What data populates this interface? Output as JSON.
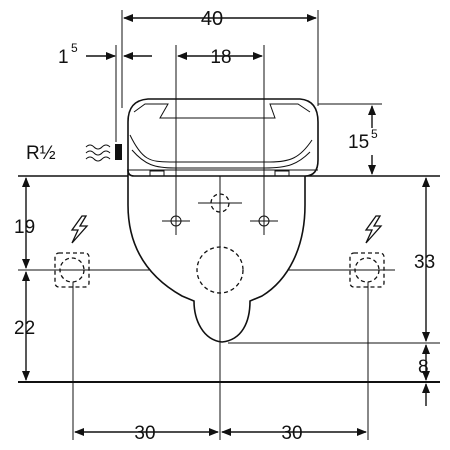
{
  "dimensions": {
    "top_width": "40",
    "offset_small": "1",
    "offset_small_sup": "5",
    "inlet_spacing": "18",
    "seat_height": "15",
    "seat_height_sup": "5",
    "upper_left": "19",
    "lower_left": "22",
    "right_total": "33",
    "right_bottom": "8",
    "bottom_left": "30",
    "bottom_right": "30"
  },
  "labels": {
    "thread": "R½"
  }
}
